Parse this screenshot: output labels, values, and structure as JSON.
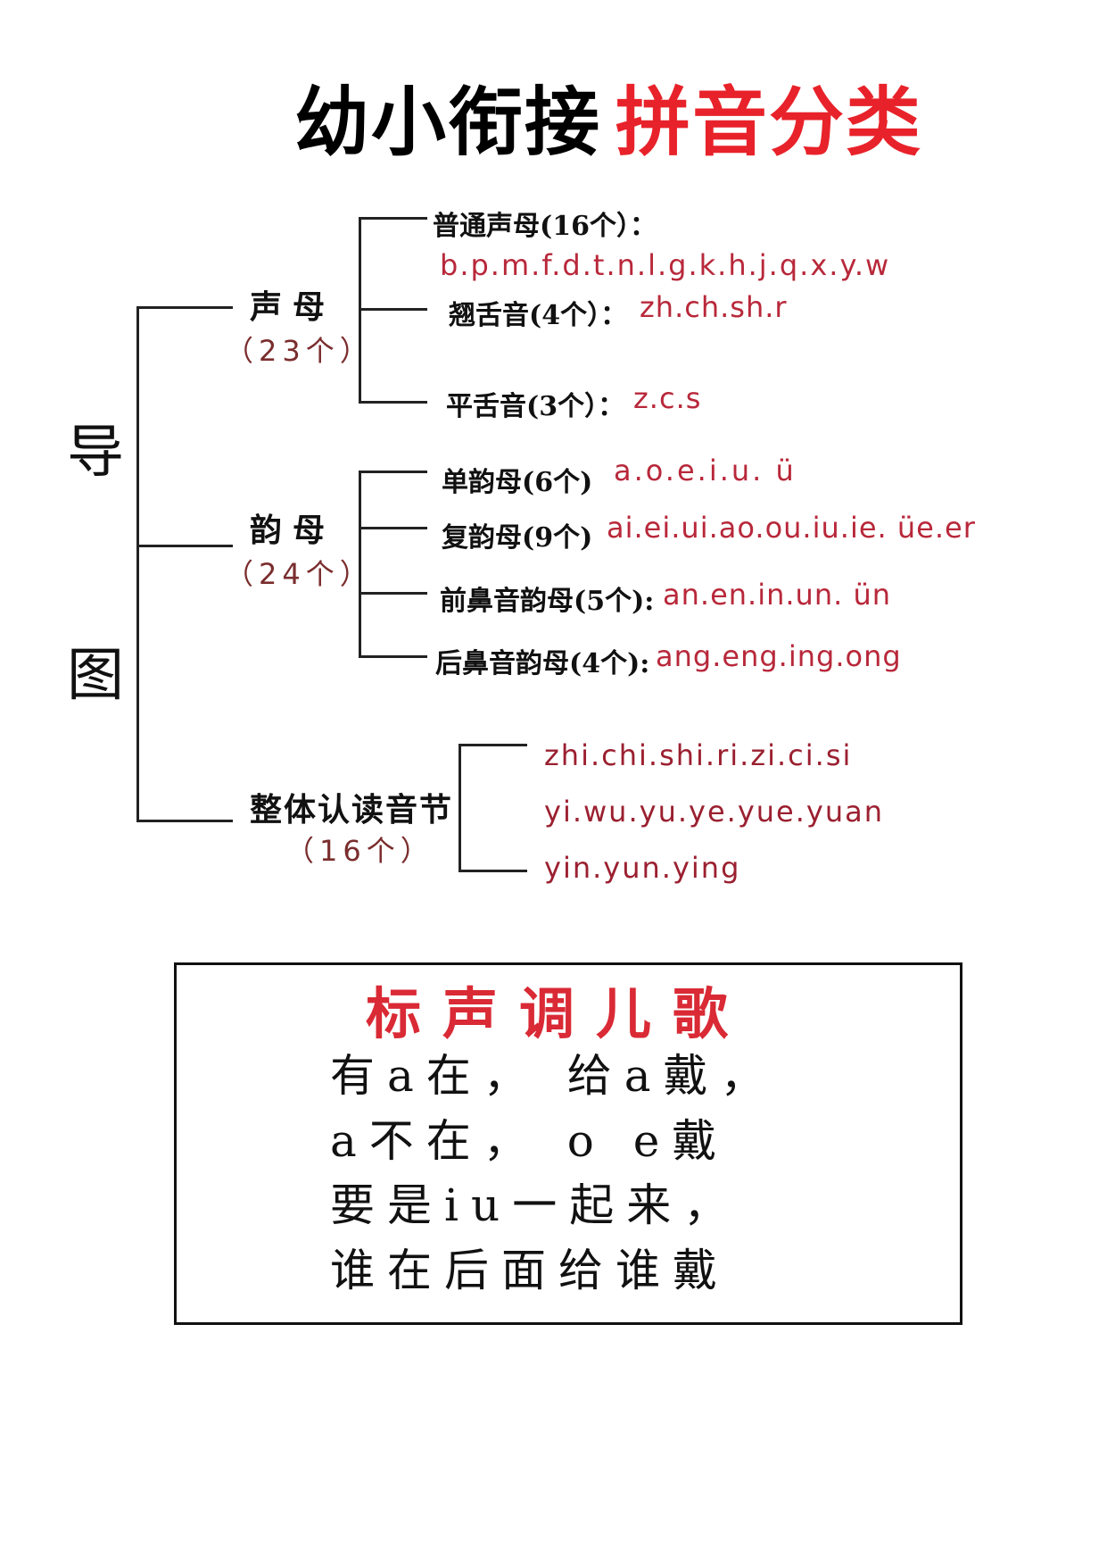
{
  "title": {
    "black": "幼小衔接",
    "red": "拼音分类"
  },
  "guide": {
    "char1": "导",
    "char2": "图"
  },
  "shengmu": {
    "name": "声母",
    "count": "（23个）",
    "items": [
      {
        "label": "普通声母(16个）：",
        "value": "b.p.m.f.d.t.n.l.g.k.h.j.q.x.y.w"
      },
      {
        "label": "翘舌音(4个）：",
        "value": "zh.ch.sh.r"
      },
      {
        "label": "平舌音(3个）：",
        "value": "z.c.s"
      }
    ]
  },
  "yunmu": {
    "name": "韵母",
    "count": "（24个）",
    "items": [
      {
        "label": "单韵母(6个)",
        "value": "a.o.e.i.u. ü"
      },
      {
        "label": "复韵母(9个)",
        "value": "ai.ei.ui.ao.ou.iu.ie. üe.er"
      },
      {
        "label": "前鼻音韵母(5个):",
        "value": "an.en.in.un. ün"
      },
      {
        "label": "后鼻音韵母(4个):",
        "value": "ang.eng.ing.ong"
      }
    ]
  },
  "zhengti": {
    "name": "整体认读音节",
    "count": "（16个）",
    "lines": [
      "zhi.chi.shi.ri.zi.ci.si",
      "yi.wu.yu.ye.yue.yuan",
      "yin.yun.ying"
    ]
  },
  "song": {
    "title": "标声调儿歌",
    "lines": [
      "有a在， 给a戴，",
      "a不在， o  e戴",
      "要是iu一起来，",
      "谁在后面给谁戴"
    ]
  }
}
